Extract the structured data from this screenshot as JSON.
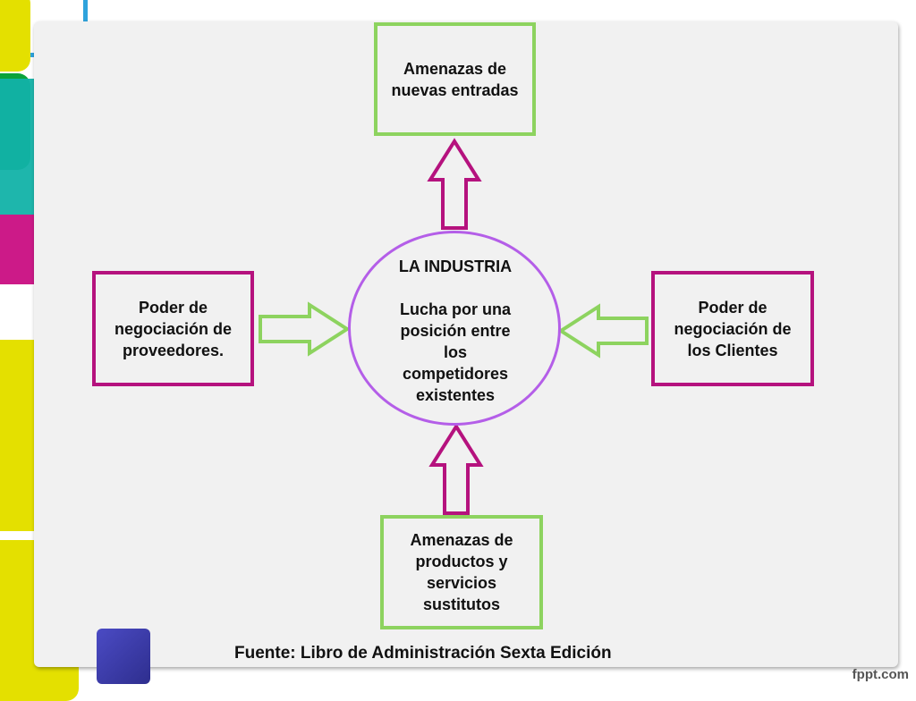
{
  "diagram": {
    "top_box": {
      "lines": [
        "Amenazas de",
        "nuevas entradas"
      ]
    },
    "left_box": {
      "lines": [
        "Poder de",
        "negociación de",
        "proveedores."
      ]
    },
    "right_box": {
      "lines": [
        "Poder de",
        "negociación de",
        "los Clientes"
      ]
    },
    "bottom_box": {
      "lines": [
        "Amenazas de",
        "productos y",
        "servicios",
        "sustitutos"
      ]
    },
    "center": {
      "title": "LA INDUSTRIA",
      "lines": [
        "Lucha por una",
        "posición entre",
        "los",
        "competidores",
        "existentes"
      ]
    }
  },
  "footer": {
    "source": "Fuente:  Libro de Administración Sexta Edición",
    "brand": "fppt.com"
  },
  "colors": {
    "green_border": "#8dd35f",
    "magenta_border": "#b5127e",
    "circle_border": "#b45ee8",
    "deco_yellow": "#e4e000",
    "deco_green": "#0aa33a",
    "deco_teal": "#12b2a8",
    "deco_magenta": "#cc1a88",
    "deco_blue": "#2fa3dc",
    "deco_indigo": "#3a3aa6"
  }
}
